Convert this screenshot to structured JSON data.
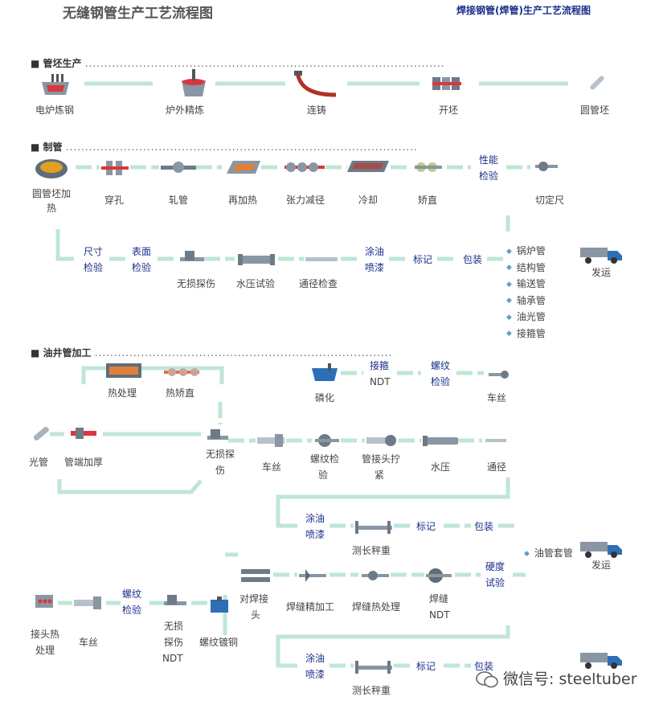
{
  "title": "无缝钢管生产工艺流程图",
  "link": "焊接钢管(焊管)生产工艺流程图",
  "sections": {
    "s1": "管坯生产",
    "s2": "制管",
    "s3": "油井管加工"
  },
  "s1_steps": [
    "电炉炼钢",
    "炉外精炼",
    "连铸",
    "开坯",
    "圆管坯"
  ],
  "s2_row1": [
    "圆管坯加",
    "热",
    "穿孔",
    "轧管",
    "再加热",
    "张力减径",
    "冷却",
    "矫直",
    "切定尺"
  ],
  "s2_row2": [
    "无损探伤",
    "水压试验",
    "通径检查"
  ],
  "s2_checks": [
    "性能",
    "检验",
    "尺寸",
    "检验",
    "表面",
    "检验",
    "涂油",
    "喷漆",
    "标记",
    "包装"
  ],
  "s2_products": [
    "锅炉管",
    "结构管",
    "输送管",
    "轴承管",
    "油光管",
    "接箍管"
  ],
  "ship": "发运",
  "s3_top": [
    "热处理",
    "热矫直",
    "磷化",
    "接箍",
    "NDT",
    "螺纹",
    "检验",
    "车丝"
  ],
  "s3_mid": [
    "光管",
    "管端加厚",
    "无损探",
    "伤",
    "车丝",
    "螺纹检",
    "验",
    "管接头拧",
    "紧",
    "水压",
    "通径"
  ],
  "s3_pack1": [
    "涂油",
    "喷漆",
    "测长秤重",
    "标记",
    "包装"
  ],
  "s3_coupling": [
    "接头热",
    "处理",
    "车丝",
    "螺纹",
    "检验",
    "无损",
    "探伤",
    "NDT",
    "螺纹镀铜",
    "对焊接",
    "头",
    "焊缝精加工",
    "焊缝热处理",
    "焊缝",
    "NDT",
    "硬度",
    "试验"
  ],
  "s3_product": "油管套管",
  "s3_pack2": [
    "涂油",
    "喷漆",
    "测长秤重",
    "标记",
    "包装"
  ],
  "watermark": "微信号: steeltuber",
  "colors": {
    "line": "#bfe6d8",
    "accent": "#1b2f8a",
    "bullet": "#5aa3c8",
    "icon": "#7a8a99",
    "hot": "#c0392b"
  }
}
